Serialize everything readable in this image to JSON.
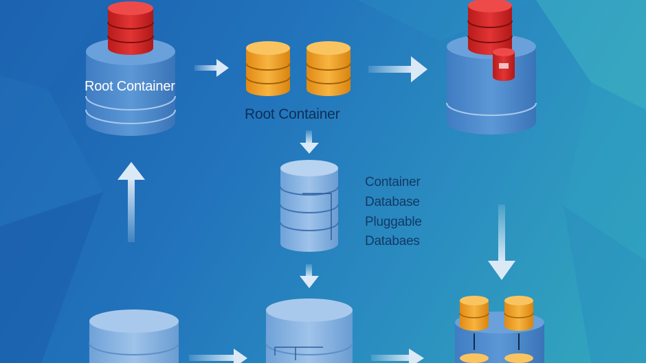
{
  "labels": {
    "root_container_left": "Root Container",
    "root_container_center": "Root Container",
    "container_database_line1": "Container",
    "container_database_line2": "Database",
    "pluggable_databases_line1": "Pluggable",
    "pluggable_databases_line2": "Databaes"
  },
  "colors": {
    "background_start": "#1b5fae",
    "background_end": "#33a9bd",
    "cylinder_blue": "#4a86c8",
    "cylinder_light": "#7fb0e0",
    "red_db": "#d52626",
    "orange_db": "#f0a12a",
    "arrow": "#dbe9f7"
  }
}
